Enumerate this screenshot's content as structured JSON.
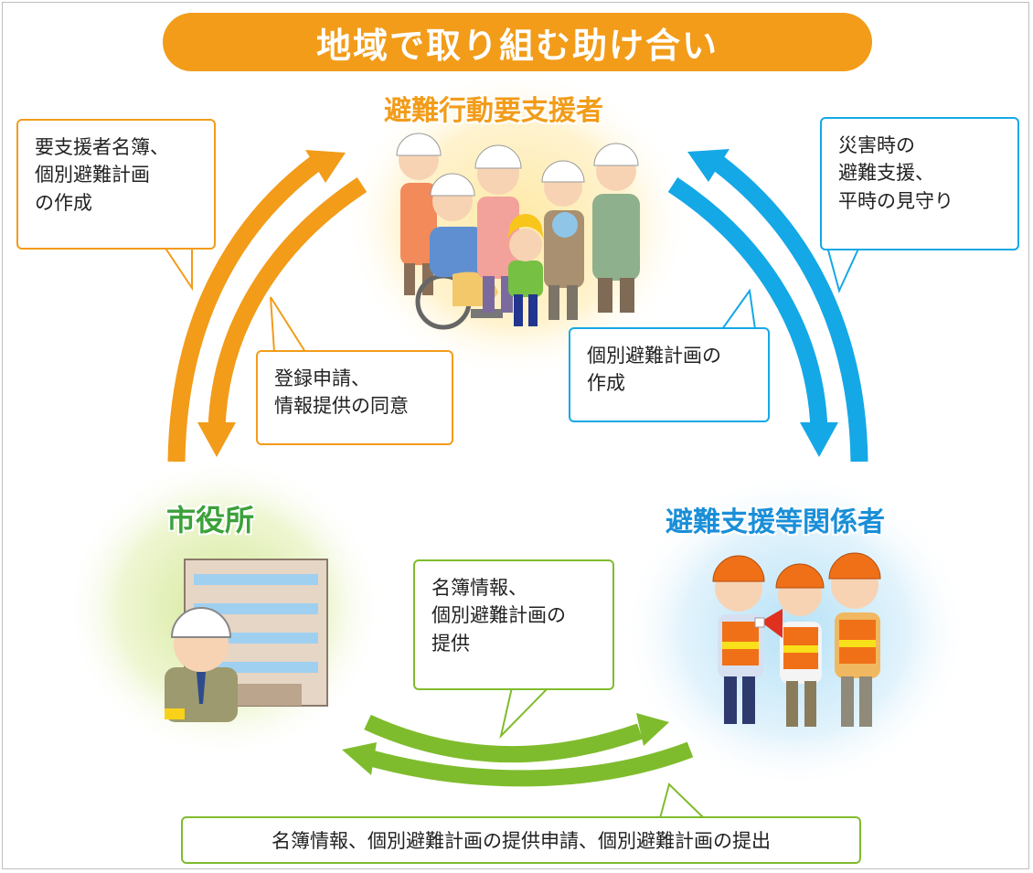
{
  "title": "地域で取り組む助け合い",
  "groups": {
    "persons_needing_support": "避難行動要支援者",
    "city_hall": "市役所",
    "support_stakeholders": "避難支援等関係者"
  },
  "callouts": {
    "top_left": "要支援者名簿、\n個別避難計画\nの作成",
    "mid_left": "登録申請、\n情報提供の同意",
    "top_right": "災害時の\n避難支援、\n平時の見守り",
    "mid_right": "個別避難計画の\n作成",
    "center": "名簿情報、\n個別避難計画の\n提供",
    "bottom": "名簿情報、個別避難計画の提供申請、個別避難計画の提出"
  },
  "colors": {
    "orange": "#f29c1a",
    "blue": "#14a8e6",
    "green": "#7fbc2d",
    "green_label": "#3ca13a",
    "blue_label": "#1a8fd8",
    "orange_label": "#f29c1a"
  },
  "icons": [
    "helmet-residents-group",
    "wheelchair-user",
    "city-hall-building",
    "city-official-helmet",
    "orange-helmet-supporters",
    "megaphone"
  ]
}
